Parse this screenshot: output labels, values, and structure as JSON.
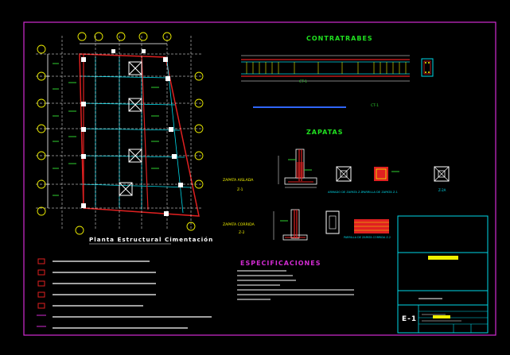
{
  "drawing": {
    "plan_title": "Planta Estructural Cimentación",
    "section_contratrabes": "CONTRATRABES",
    "section_zapatas": "ZAPATAS",
    "section_especificaciones": "ESPECIFICACIONES",
    "contratrabe_label_top": "CT-1",
    "contratrabe_label_bottom": "CT-1",
    "zapata_aislada_label": "ZAPATA AISLADA",
    "zapata_aislada_code": "Z-1",
    "zapata_corrida_label": "ZAPATA CORRIDA",
    "zapata_corrida_code": "Z-2",
    "zapata_aislada_detail_1": "ARMADO DE ZAPATA Z-1",
    "zapata_aislada_detail_2": "PARRILLA DE ZAPATA Z-1",
    "zapata_corrida_detail": "PARRILLA DE ZAPATA CORRIDA Z-2",
    "side_zapata_code": "Z-2A",
    "sheet_number": "E-1"
  },
  "colors": {
    "background": "#000000",
    "frame": "#d22bd2",
    "title_yellow": "#f0f000",
    "title_green": "#20e020",
    "cyan": "#00d8e8",
    "red": "#e02020",
    "white": "#ffffff",
    "green": "#30d030",
    "blue": "#4040ff"
  }
}
